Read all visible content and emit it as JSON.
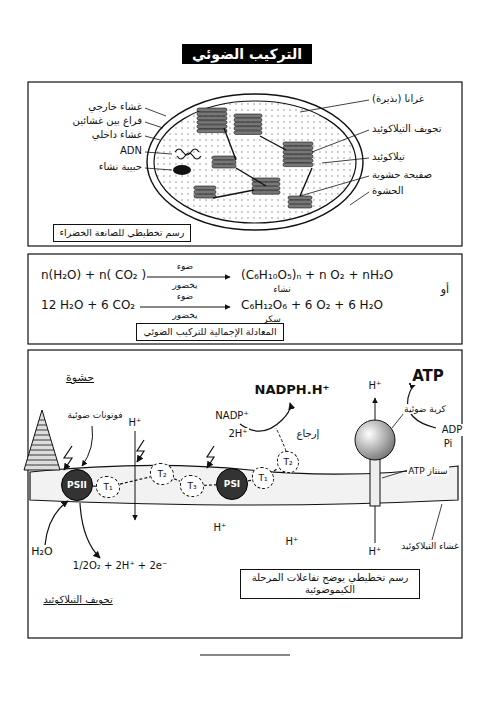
{
  "diagram": {
    "title": "التركيب الضوئي",
    "nodes": [
      {
        "text": [
          "رسم تخطيطي للصانعة الخضراء"
        ]
      },
      {
        "text": [
          "المعادلة الإجمالية للتركيب الضوئي"
        ]
      },
      {
        "text": [
          "PSII"
        ]
      },
      {
        "text": [
          "T₁"
        ]
      },
      {
        "text": [
          "T₂"
        ]
      },
      {
        "text": [
          "T₃"
        ]
      },
      {
        "text": [
          "PSI"
        ]
      },
      {
        "text": [
          "T₁"
        ]
      },
      {
        "text": [
          "T₂"
        ]
      },
      {
        "text": [
          "رسم تخطيطي يوضح تفاعلات المرحلة الكيموضوئية"
        ]
      }
    ],
    "edges": [
      {
        "from": 2,
        "to": 3,
        "arrow": "none"
      },
      {
        "from": 3,
        "to": 4,
        "arrow": "none"
      },
      {
        "from": 4,
        "to": 5,
        "arrow": "none"
      },
      {
        "from": 5,
        "to": 6,
        "arrow": "none"
      },
      {
        "from": 6,
        "to": 7,
        "arrow": "none"
      },
      {
        "from": 7,
        "to": 8,
        "arrow": "none"
      }
    ],
    "labels": [
      "غشاء خارجي",
      "فراغ بين غشائين",
      "غشاء داخلي",
      "ADN",
      "حبيبة نشاء",
      "غرانا (بذيرة)",
      "تجويف التيلاكوئيد",
      "تيلاكوئيد",
      "صفيحة حشوية",
      "الحشوة",
      "n(H₂O) + n( CO₂ )",
      "ضوء",
      "يخضور",
      "(C₆H₁₀O₅)ₙ + n O₂ + nH₂O",
      "نشاء",
      "أو",
      "12 H₂O + 6 CO₂",
      "ضوء",
      "يخضور",
      "C₆H₁₂O₆ + 6 O₂ + 6 H₂O",
      "سكر",
      "حشوة",
      "فوتونات ضوئية",
      "H⁺",
      "NADPH.H⁺",
      "NADP⁺",
      "2H⁺",
      "إرجاع",
      "H⁺",
      "ATP",
      "كرية ضوئية",
      "ADP",
      "Pi",
      "ATP سنتاز",
      "H⁺",
      "H⁺",
      "H⁺",
      "H₂O",
      "1/2O₂ + 2H⁺ + 2e⁻",
      "تجويف التيلاكوئيد",
      "غشاء التيلاكوئيد"
    ]
  }
}
